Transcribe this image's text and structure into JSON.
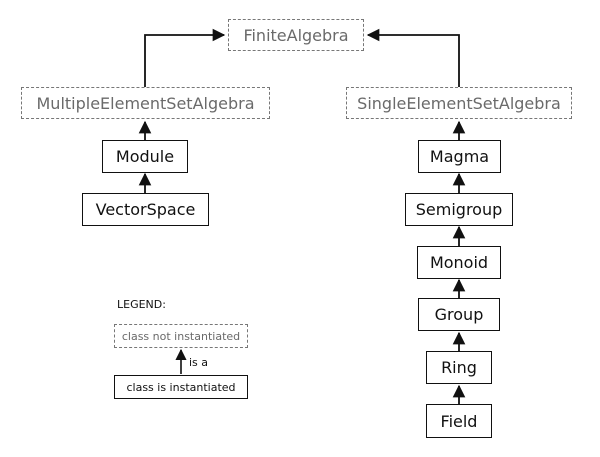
{
  "nodes": {
    "finite_algebra": "FiniteAlgebra",
    "multiple_element_set_algebra": "MultipleElementSetAlgebra",
    "single_element_set_algebra": "SingleElementSetAlgebra",
    "module": "Module",
    "vector_space": "VectorSpace",
    "magma": "Magma",
    "semigroup": "Semigroup",
    "monoid": "Monoid",
    "group": "Group",
    "ring": "Ring",
    "field": "Field"
  },
  "legend": {
    "title": "LEGEND:",
    "not_instantiated": "class not instantiated",
    "is_a": "is a",
    "instantiated": "class is instantiated"
  },
  "colors": {
    "line": "#111111",
    "dashed_border": "#777777",
    "dashed_text": "#6a6a6a"
  }
}
